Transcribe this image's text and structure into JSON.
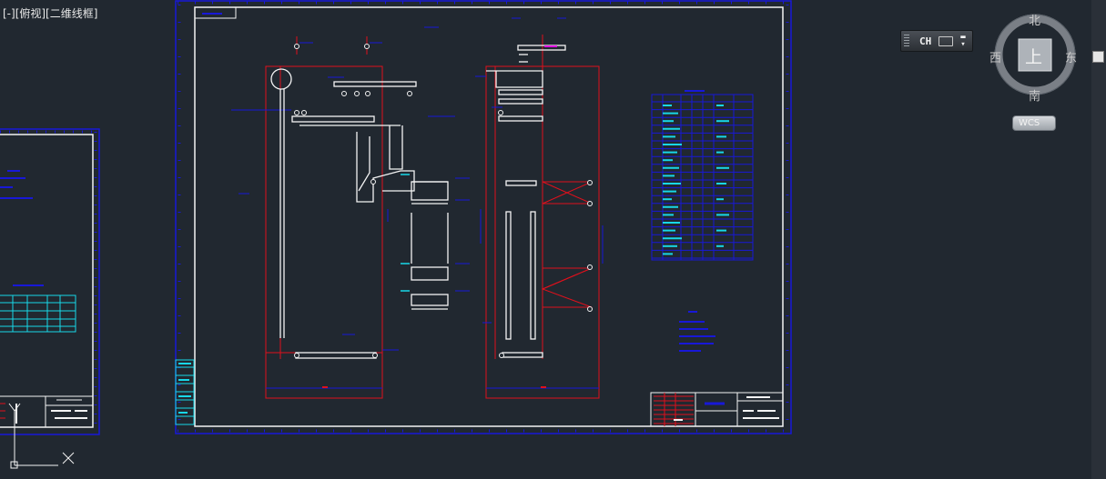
{
  "viewport": {
    "label": "[-][俯视][二维线框]"
  },
  "ime": {
    "lang": "CH",
    "menu": "▬\n▾"
  },
  "viewcube": {
    "face": "上",
    "north": "北",
    "south": "南",
    "east": "东",
    "west": "西"
  },
  "wcs": {
    "label": "WCS"
  },
  "ucs": {
    "y_axis": "Y",
    "x_axis": "X"
  },
  "colors": {
    "background": "#212830",
    "frame_blue": "#1818d8",
    "line_white": "#f4f4f4",
    "center_red": "#e0101c",
    "table_cyan": "#18d8e8",
    "accent_magenta": "#e010e0"
  }
}
